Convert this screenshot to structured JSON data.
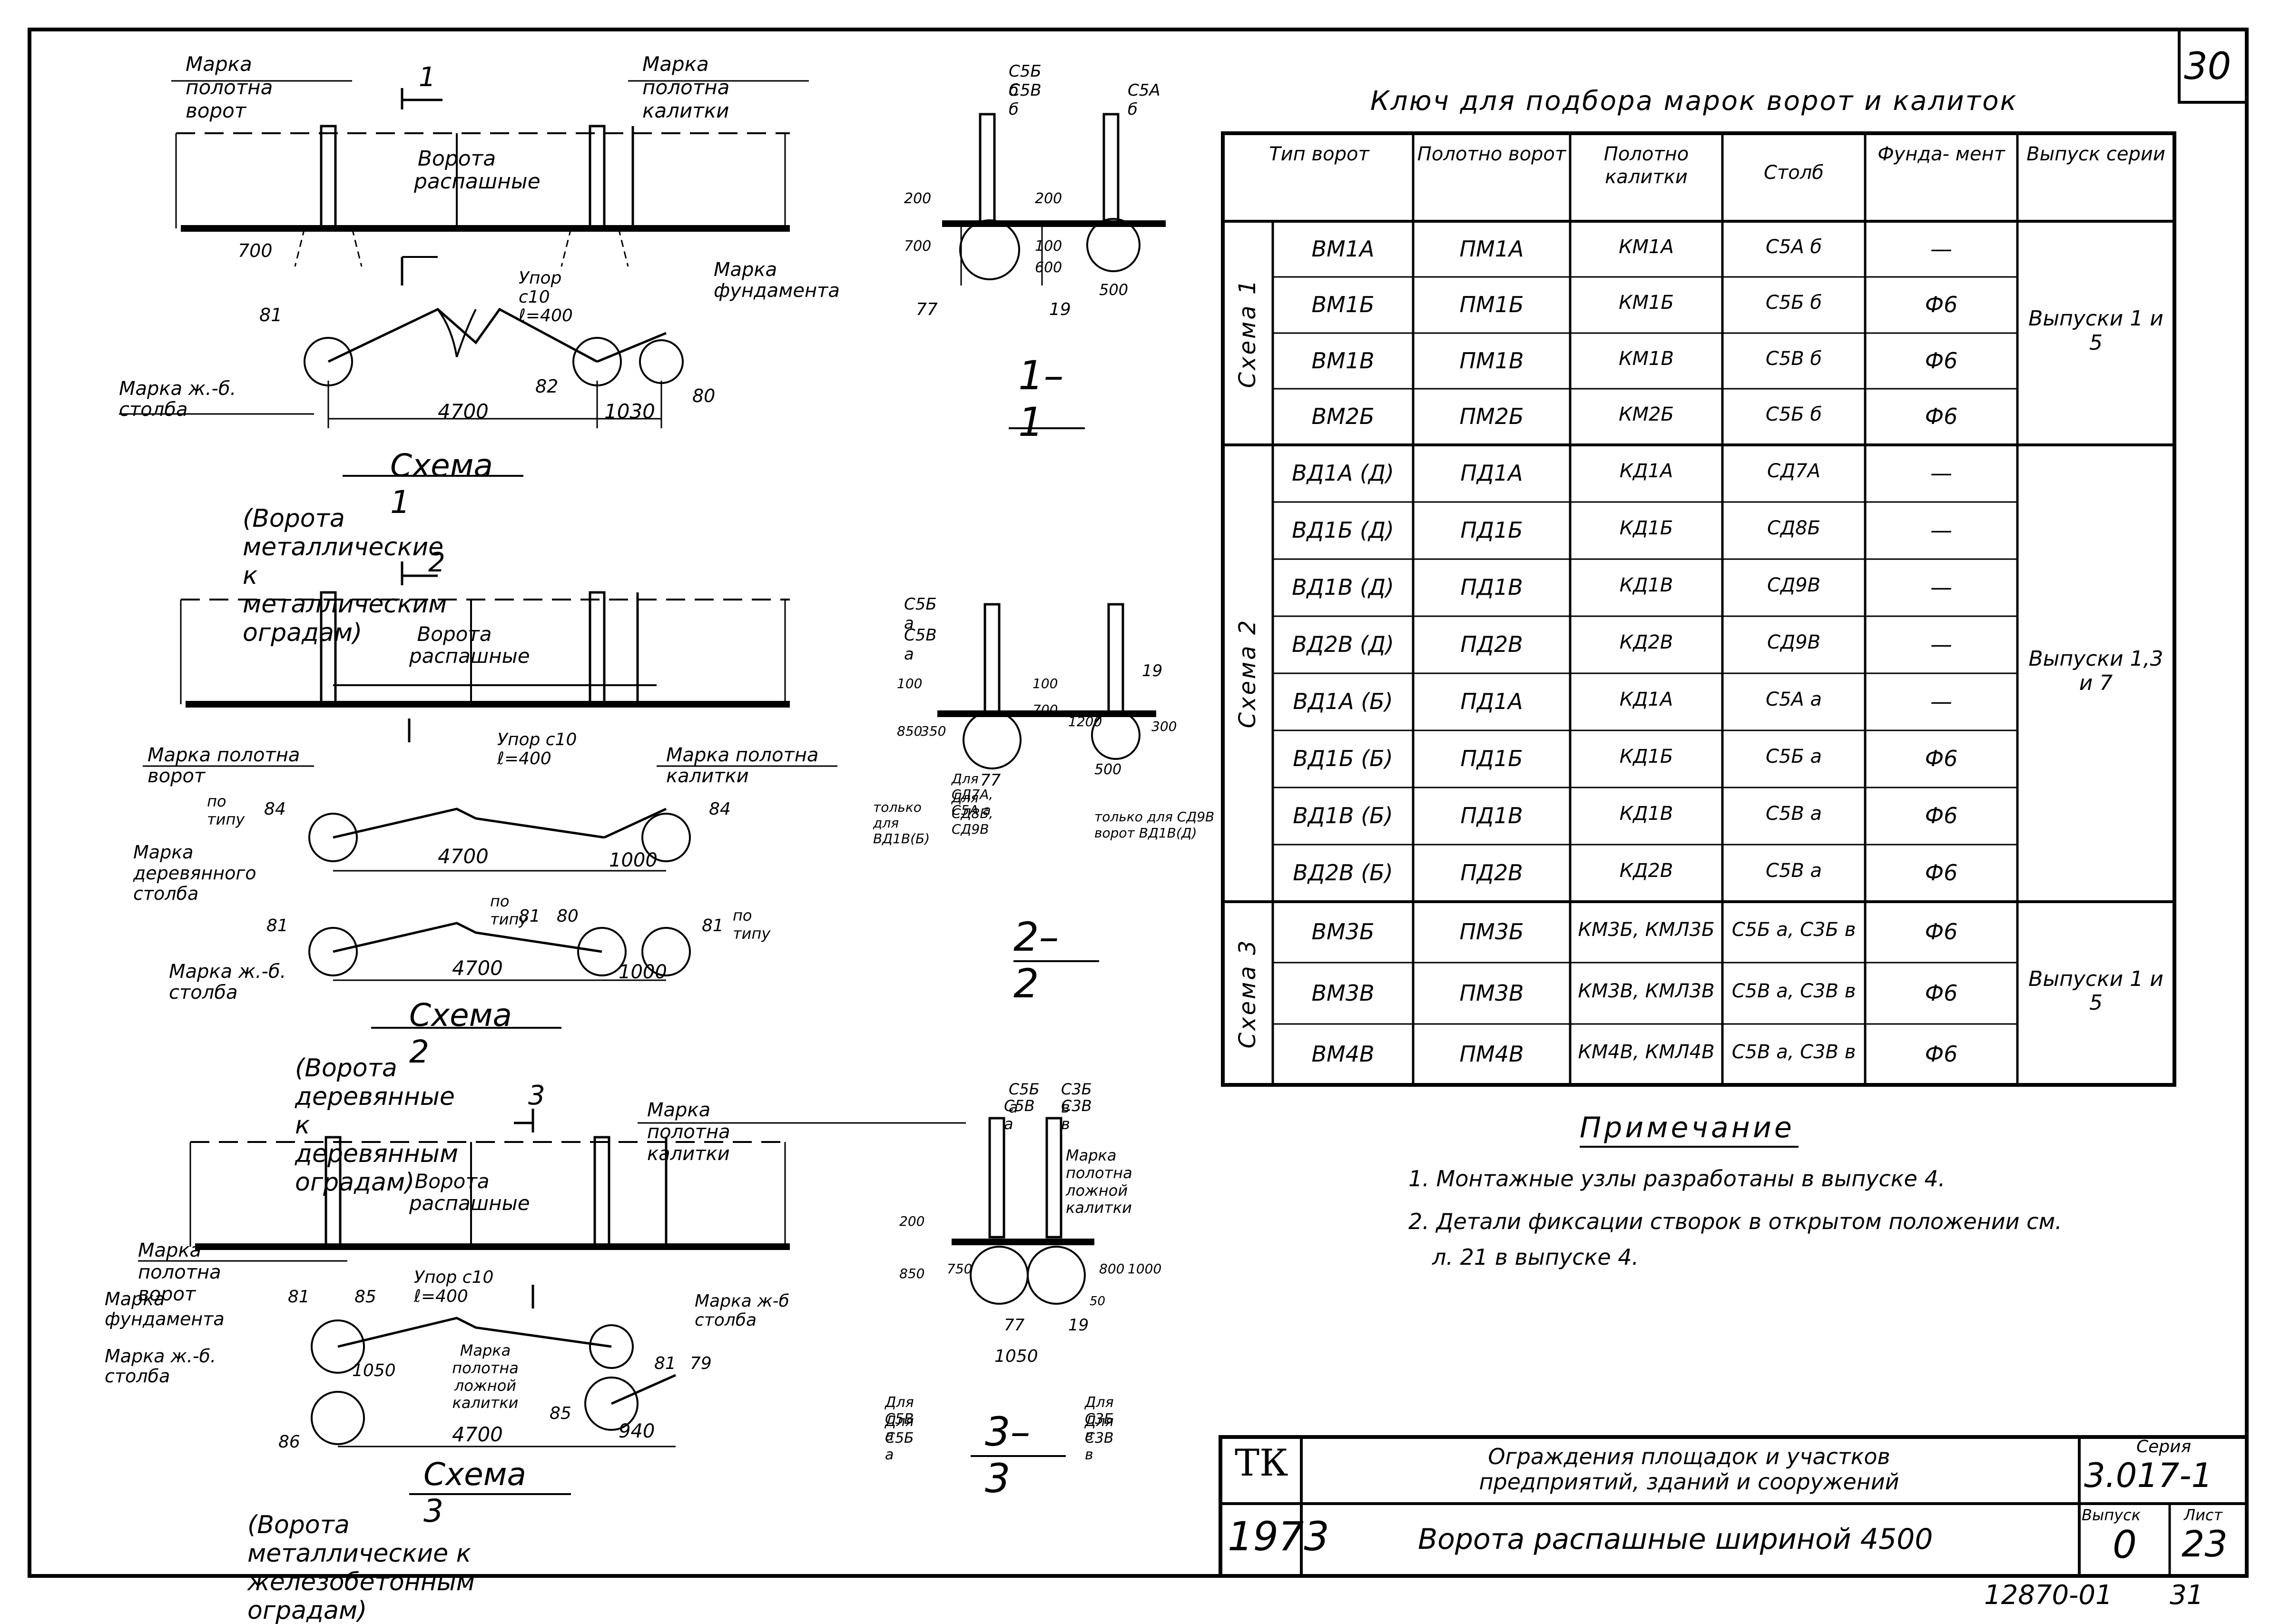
{
  "sheet_number": "30",
  "key_table": {
    "title": "Ключ для подбора марок ворот и калиток",
    "headers": [
      "Тип ворот",
      "Полотно ворот",
      "Полотно калитки",
      "Столб",
      "Фунда- мент",
      "Выпуск серии"
    ],
    "groups": [
      {
        "scheme": "Схема 1",
        "release": "Выпуски 1 и 5",
        "rows": [
          [
            "ВМ1А",
            "ПМ1А",
            "КМ1А",
            "С5А б",
            "—"
          ],
          [
            "ВМ1Б",
            "ПМ1Б",
            "КМ1Б",
            "С5Б б",
            "Ф6"
          ],
          [
            "ВМ1В",
            "ПМ1В",
            "КМ1В",
            "С5В б",
            "Ф6"
          ],
          [
            "ВМ2Б",
            "ПМ2Б",
            "КМ2Б",
            "С5Б б",
            "Ф6"
          ]
        ]
      },
      {
        "scheme": "Схема 2",
        "release": "Выпуски 1,3 и 7",
        "rows": [
          [
            "ВД1А (Д)",
            "ПД1А",
            "КД1А",
            "СД7А",
            "—"
          ],
          [
            "ВД1Б (Д)",
            "ПД1Б",
            "КД1Б",
            "СД8Б",
            "—"
          ],
          [
            "ВД1В (Д)",
            "ПД1В",
            "КД1В",
            "СД9В",
            "—"
          ],
          [
            "ВД2В (Д)",
            "ПД2В",
            "КД2В",
            "СД9В",
            "—"
          ],
          [
            "ВД1А (Б)",
            "ПД1А",
            "КД1А",
            "С5А а",
            "—"
          ],
          [
            "ВД1Б (Б)",
            "ПД1Б",
            "КД1Б",
            "С5Б а",
            "Ф6"
          ],
          [
            "ВД1В (Б)",
            "ПД1В",
            "КД1В",
            "С5В а",
            "Ф6"
          ],
          [
            "ВД2В (Б)",
            "ПД2В",
            "КД2В",
            "С5В а",
            "Ф6"
          ]
        ]
      },
      {
        "scheme": "Схема 3",
        "release": "Выпуски 1 и 5",
        "rows": [
          [
            "ВМ3Б",
            "ПМ3Б",
            "КМ3Б, КМЛ3Б",
            "С5Б а, С3Б в",
            "Ф6"
          ],
          [
            "ВМ3В",
            "ПМ3В",
            "КМ3В, КМЛ3В",
            "С5В а, С3В в",
            "Ф6"
          ],
          [
            "ВМ4В",
            "ПМ4В",
            "КМ4В, КМЛ4В",
            "С5В а, С3В в",
            "Ф6"
          ]
        ]
      }
    ]
  },
  "note": {
    "title": "Примечание",
    "items": [
      "1. Монтажные узлы разработаны в выпуске 4.",
      "2. Детали фиксации створок в открытом положении см.",
      "л. 21 в выпуске 4."
    ]
  },
  "schemes": [
    {
      "title": "Схема 1",
      "caption": "(Ворота металлические к металлическим оградам)",
      "gate_label": "Ворота распашные",
      "labels": [
        "Марка полотна ворот",
        "Марка полотна калитки",
        "Упор с10 ℓ=400",
        "Марка фундамента",
        "Марка ж.-б. столба"
      ],
      "dims": [
        "700",
        "4700",
        "1030"
      ],
      "section_mark": "1",
      "circles": [
        "81",
        "82",
        "80"
      ]
    },
    {
      "title": "Схема 2",
      "caption": "(Ворота деревянные к деревянным оградам)",
      "gate_label": "Ворота распашные",
      "labels": [
        "Марка полотна ворот",
        "Упор с10 ℓ=400",
        "Марка полотна калитки",
        "по типу",
        "Марка деревянного столба",
        "Марка ж.-б. столба",
        "по типу",
        "по типу"
      ],
      "dims": [
        "4700",
        "1000",
        "4700",
        "1000"
      ],
      "section_mark": "2",
      "circles": [
        "84",
        "84",
        "81",
        "81",
        "80",
        "81"
      ]
    },
    {
      "title": "Схема 3",
      "caption": "(Ворота металлические к железобетонным оградам)",
      "gate_label": "Ворота распашные",
      "labels": [
        "Марка полотна калитки",
        "Марка полотна ворот",
        "Упор с10 ℓ=400",
        "Марка фундамента",
        "Марка ж.-б. столба",
        "Марка полотна ложной калитки",
        "Марка ж-б столба"
      ],
      "dims": [
        "1050",
        "4700",
        "940"
      ],
      "section_mark": "3",
      "circles": [
        "81",
        "85",
        "86",
        "85",
        "81",
        "79"
      ]
    }
  ],
  "sections": [
    {
      "title": "1–1",
      "marks": [
        "С5Б б",
        "С5В б",
        "С5А б"
      ],
      "dims": [
        "200",
        "700",
        "200",
        "100",
        "600",
        "500"
      ],
      "circles": [
        "77",
        "19"
      ]
    },
    {
      "title": "2–2",
      "marks": [
        "С5Б а",
        "С5В а"
      ],
      "dims": [
        "100",
        "850",
        "350",
        "100",
        "700",
        "1200",
        "500",
        "300"
      ],
      "notes": [
        "только для ВД1В(Б)",
        "Для СД7А, С5А а",
        "Для СД8Б, СД9В",
        "только для СД9В ворот ВД1В(Д)"
      ],
      "circles": [
        "77",
        "19"
      ]
    },
    {
      "title": "3–3",
      "marks": [
        "С5Б а",
        "С5В а",
        "С3Б в",
        "С3В в"
      ],
      "label": "Марка полотна ложной калитки",
      "dims": [
        "200",
        "850",
        "750",
        "800",
        "1000",
        "50",
        "1050"
      ],
      "notes": [
        "Для С5В а",
        "Для С5Б а",
        "Для С3Б в",
        "Для С3В в"
      ],
      "circles": [
        "77",
        "19"
      ]
    }
  ],
  "title_block": {
    "tk": "ТК",
    "year": "1973",
    "org_title": "Ограждения площадок и участков предприятий, зданий и сооружений",
    "sheet_title": "Ворота распашные шириной 4500",
    "series_label": "Серия",
    "series": "3.017-1",
    "issue_label": "Выпуск",
    "issue": "0",
    "sheet_label": "Лист",
    "sheet": "23"
  },
  "archive_number": "12870-01",
  "archive_page": "31"
}
